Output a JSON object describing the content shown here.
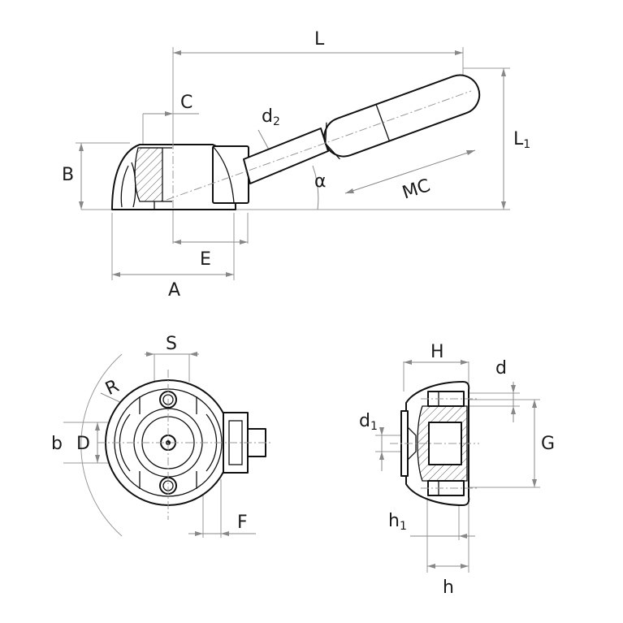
{
  "labels": {
    "L": "L",
    "L1": "L",
    "L1_sub": "1",
    "C": "C",
    "d2": "d",
    "d2_sub": "2",
    "B": "B",
    "alpha": "α",
    "MC": "MC",
    "E": "E",
    "A": "A",
    "S": "S",
    "R": "R",
    "b": "b",
    "D": "D",
    "F": "F",
    "H": "H",
    "d": "d",
    "d1": "d",
    "d1_sub": "1",
    "G": "G",
    "h1": "h",
    "h1_sub": "1",
    "h": "h"
  },
  "views": [
    "side-view",
    "front-view",
    "section-view"
  ],
  "colors": {
    "line": "#111111",
    "dimension": "#888888",
    "background": "#ffffff"
  }
}
